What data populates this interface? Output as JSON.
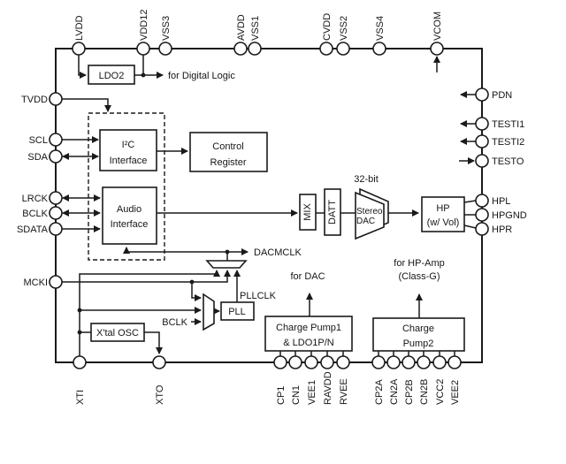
{
  "diagram": {
    "colors": {
      "line": "#1a1a1a",
      "background": "#ffffff"
    },
    "blocks": {
      "ldo2": "LDO2",
      "i2c": [
        "I²C",
        "Interface"
      ],
      "control": [
        "Control",
        "Register"
      ],
      "audio": [
        "Audio",
        "Interface"
      ],
      "mix": "MIX",
      "datt": "DATT",
      "stereo_dac": [
        "Stereo",
        "DAC"
      ],
      "hp": [
        "HP",
        "(w/ Vol)"
      ],
      "xtal_osc": "X'tal OSC",
      "pll": "PLL",
      "charge_pump1": [
        "Charge Pump1",
        "& LDO1P/N"
      ],
      "charge_pump2": [
        "Charge",
        "Pump2"
      ]
    },
    "labels": {
      "for_digital_logic": "for Digital Logic",
      "dacmclk": "DACMCLK",
      "pllclk": "PLLCLK",
      "bclk_to_pll": "BCLK",
      "bit_width": "32-bit",
      "for_dac": "for DAC",
      "for_hp_amp": "for HP-Amp",
      "class_g": "(Class-G)"
    },
    "pins": {
      "top": [
        "LVDD",
        "VDD12",
        "VSS3",
        "AVDD",
        "VSS1",
        "CVDD",
        "VSS2",
        "VSS4",
        "VCOM"
      ],
      "left": [
        "TVDD",
        "SCL",
        "SDA",
        "LRCK",
        "BCLK",
        "SDATA",
        "MCKI"
      ],
      "right": [
        "PDN",
        "TESTI1",
        "TESTI2",
        "TESTO",
        "HPL",
        "HPGND",
        "HPR"
      ],
      "bottom": [
        "XTI",
        "XTO",
        "CP1",
        "CN1",
        "VEE1",
        "RAVDD",
        "RVEE",
        "CP2A",
        "CN2A",
        "CP2B",
        "CN2B",
        "VCC2",
        "VEE2"
      ]
    }
  }
}
